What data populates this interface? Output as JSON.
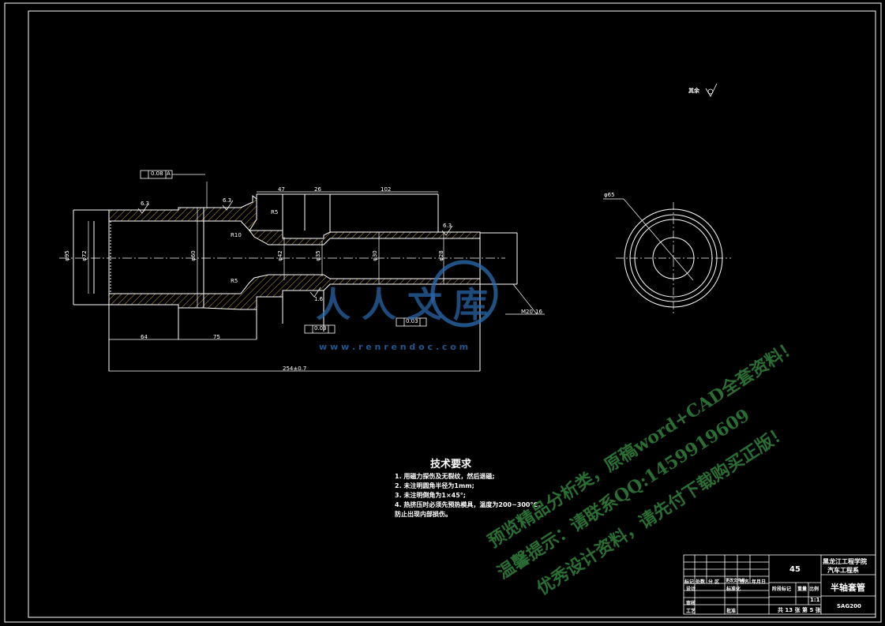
{
  "surface_note": {
    "label": "其余"
  },
  "geometric_tolerances": {
    "top_flatness": "0.08",
    "datum_ref": "A",
    "bottom_1": "0.03",
    "bottom_2": "0.03"
  },
  "dimensions": {
    "top_47": "47",
    "top_26": "26",
    "top_102": "102",
    "bottom_64": "64",
    "bottom_75": "75",
    "overall": "254±0.7",
    "right_side": "16",
    "right_label": "M20",
    "r10": "R10",
    "r5_top": "R5",
    "r5_bottom": "R5",
    "roughness_left": "6.3",
    "roughness_mid": "6.3",
    "roughness_right": "6.3",
    "roughness_bottom": "1.6",
    "dia_outer_left": "φ95",
    "dia_inner_left": "φ72",
    "dia_mid": "φ60",
    "dia_1": "φ42",
    "dia_2": "φ35",
    "dia_3": "φ30",
    "dia_4": "φ28",
    "end_view_label": "φ65"
  },
  "technical_requirements": {
    "title": "技术要求",
    "items": [
      "1. 用磁力探伤及无裂纹，然后退磁;",
      "2. 未注明圆角半径为1mm;",
      "3. 未注明倒角为1×45°;",
      "4. 热挤压时必须先预热模具，温度为200~300℃，",
      "   防止出现内部损伤。"
    ]
  },
  "title_block": {
    "material": "45",
    "school": "黑龙江工程学院",
    "department": "汽车工程系",
    "part_name": "半轴套管",
    "drawing_no": "SAG200",
    "scale": "1:1",
    "sheet_info": "共 13 张   第 5 张",
    "row_labels": [
      "标记",
      "处数",
      "分 区",
      "更改文件号",
      "签名",
      "年月日"
    ],
    "designer": "设计",
    "standard": "标准化",
    "reviewer": "审核",
    "process": "工艺",
    "approve": "批准",
    "stage": "阶段标记",
    "weight": "重量",
    "ratio": "比例"
  },
  "watermarks": {
    "brand": "人人文库",
    "url": "w w w . r e n r e n d o c . c o m",
    "line1": "预览精品分析类，原稿word+CAD全套资料！",
    "line2": "温馨提示：请联系QQ:1459919609",
    "line3": "优秀设计资料，请先付下载购买正版！"
  }
}
